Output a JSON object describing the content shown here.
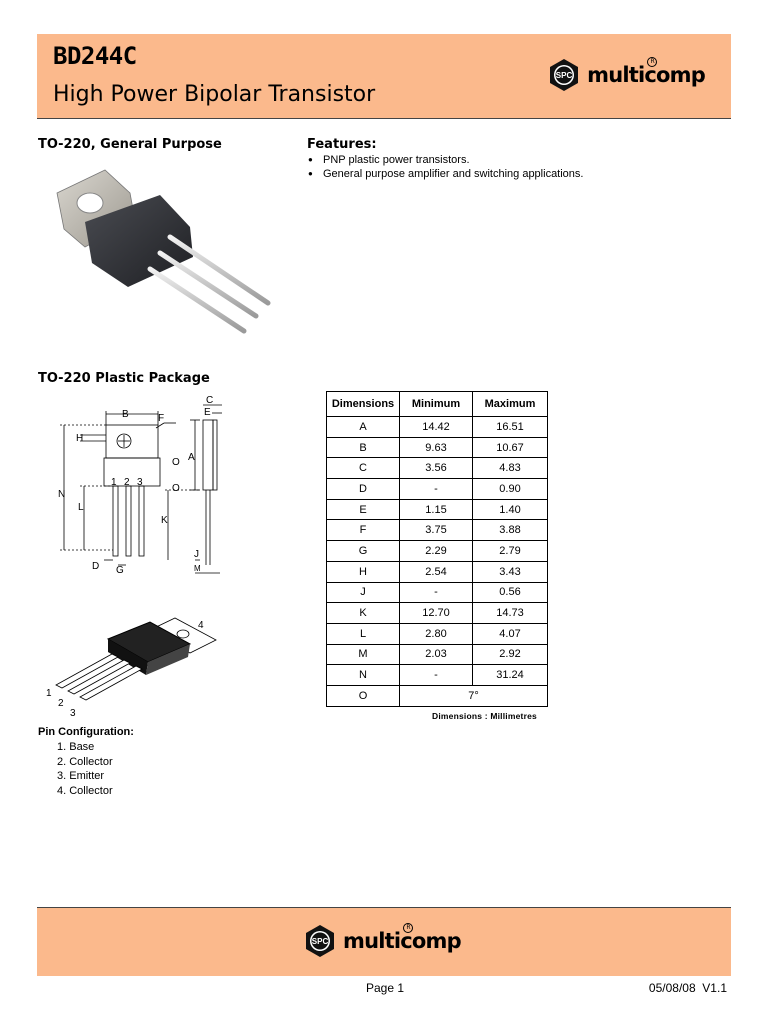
{
  "header": {
    "part_number": "BD244C",
    "description": "High Power Bipolar Transistor",
    "brand": "multicomp",
    "brand_badge": "SPC",
    "brand_color": "#fbb98c"
  },
  "sections": {
    "package_general": "TO-220, General Purpose",
    "package_plastic": "TO-220 Plastic Package"
  },
  "features": {
    "title": "Features:",
    "items": [
      "PNP plastic power transistors.",
      "General purpose amplifier and switching applications."
    ]
  },
  "drawing": {
    "labels": [
      "A",
      "B",
      "C",
      "D",
      "E",
      "F",
      "G",
      "H",
      "J",
      "K",
      "L",
      "M",
      "N",
      "O",
      "O",
      "1",
      "2",
      "3"
    ]
  },
  "package_3d": {
    "pin_labels": [
      "1",
      "2",
      "3",
      "4"
    ]
  },
  "dimensions_table": {
    "headers": [
      "Dimensions",
      "Minimum",
      "Maximum"
    ],
    "rows": [
      [
        "A",
        "14.42",
        "16.51"
      ],
      [
        "B",
        "9.63",
        "10.67"
      ],
      [
        "C",
        "3.56",
        "4.83"
      ],
      [
        "D",
        "-",
        "0.90"
      ],
      [
        "E",
        "1.15",
        "1.40"
      ],
      [
        "F",
        "3.75",
        "3.88"
      ],
      [
        "G",
        "2.29",
        "2.79"
      ],
      [
        "H",
        "2.54",
        "3.43"
      ],
      [
        "J",
        "-",
        "0.56"
      ],
      [
        "K",
        "12.70",
        "14.73"
      ],
      [
        "L",
        "2.80",
        "4.07"
      ],
      [
        "M",
        "2.03",
        "2.92"
      ],
      [
        "N",
        "-",
        "31.24"
      ]
    ],
    "last_row": [
      "O",
      "7°"
    ],
    "units_note": "Dimensions : Millimetres"
  },
  "pin_configuration": {
    "title": "Pin Configuration:",
    "items": [
      "1. Base",
      "2. Collector",
      "3. Emitter",
      "4. Collector"
    ]
  },
  "footer": {
    "brand": "multicomp",
    "brand_badge": "SPC",
    "page": "Page 1",
    "date_version": "05/08/08  V1.1"
  }
}
